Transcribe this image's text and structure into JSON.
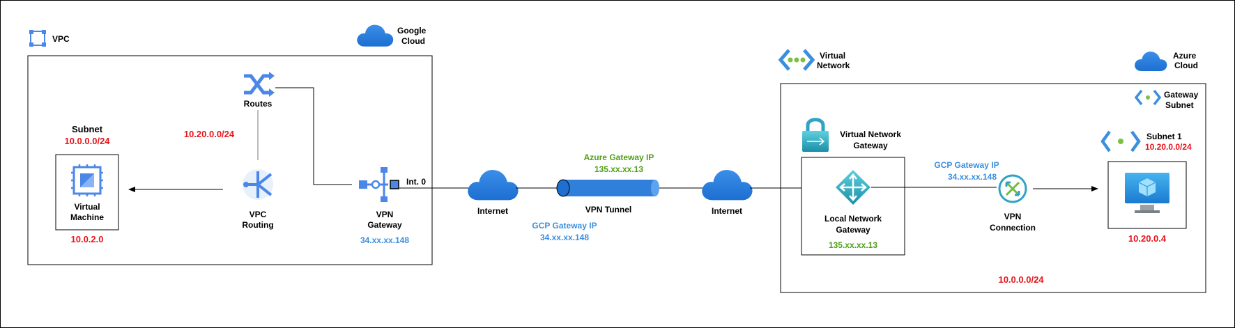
{
  "google": {
    "vpc_label": "VPC",
    "cloud_label_l1": "Google",
    "cloud_label_l2": "Cloud",
    "routes_label": "Routes",
    "routes_cidr": "10.20.0.0/24",
    "subnet_title": "Subnet",
    "subnet_cidr": "10.0.0.0/24",
    "vm_label_l1": "Virtual",
    "vm_label_l2": "Machine",
    "vm_ip": "10.0.2.0",
    "vpc_routing_l1": "VPC",
    "vpc_routing_l2": "Routing",
    "vpn_gw_l1": "VPN",
    "vpn_gw_l2": "Gateway",
    "vpn_gw_ip": "34.xx.xx.148",
    "interface": "Int. 0"
  },
  "middle": {
    "internet_left": "Internet",
    "internet_right": "Internet",
    "azure_gw_label": "Azure Gateway IP",
    "azure_gw_ip": "135.xx.xx.13",
    "tunnel_label": "VPN Tunnel",
    "gcp_gw_label": "GCP Gateway IP",
    "gcp_gw_ip": "34.xx.xx.148"
  },
  "azure": {
    "vnet_l1": "Virtual",
    "vnet_l2": "Network",
    "cloud_l1": "Azure",
    "cloud_l2": "Cloud",
    "gw_subnet_l1": "Gateway",
    "gw_subnet_l2": "Subnet",
    "vng_l1": "Virtual Network",
    "vng_l2": "Gateway",
    "lng_l1": "Local Network",
    "lng_l2": "Gateway",
    "lng_ip": "135.xx.xx.13",
    "gcp_gw_label": "GCP Gateway IP",
    "gcp_gw_ip": "34.xx.xx.148",
    "vpn_conn_l1": "VPN",
    "vpn_conn_l2": "Connection",
    "subnet1_label": "Subnet 1",
    "subnet1_cidr": "10.20.0.0/24",
    "vm_ip": "10.20.0.4",
    "vnet_cidr": "10.0.0.0/24"
  },
  "colors": {
    "red": "#e8141b",
    "blue": "#3a8fe0",
    "green": "#4fa017",
    "cloud_blue": "#2f7fdb",
    "google_blue": "#4a87e8"
  }
}
